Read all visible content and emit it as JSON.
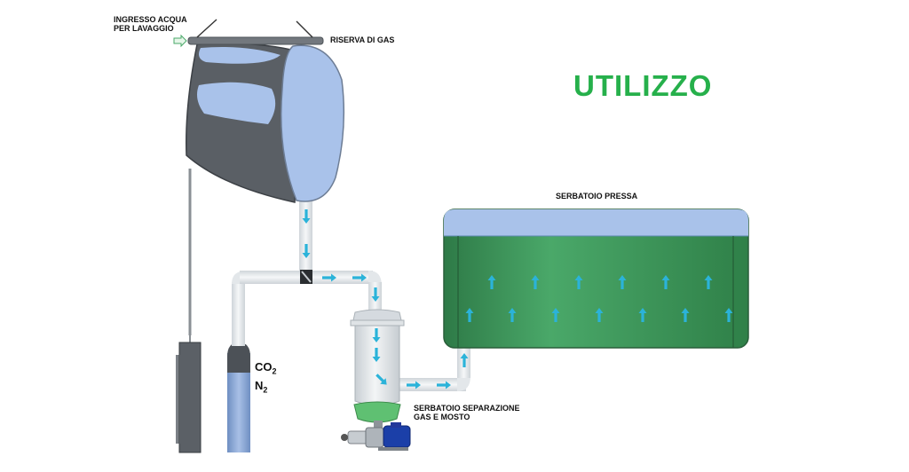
{
  "title": "UTILIZZO",
  "labels": {
    "water_inlet_line1": "INGRESSO ACQUA",
    "water_inlet_line2": "PER LAVAGGIO",
    "gas_reserve": "RISERVA DI GAS",
    "press_tank": "SERBATOIO PRESSA",
    "separation_tank_line1": "SERBATOIO SEPARAZIONE",
    "separation_tank_line2": "GAS E MOSTO"
  },
  "gas_cylinder": {
    "line1_base": "CO",
    "line1_sub": "2",
    "line2_base": "N",
    "line2_sub": "2"
  },
  "colors": {
    "title_green": "#26b04b",
    "flow_arrow": "#2bb3d9",
    "tank_gray": "#5d6166",
    "press_green": "#3d9a5c",
    "liquid_blue": "#a9c2ea",
    "pipe": "#e8ecef",
    "motor_blue": "#1b3fa8"
  }
}
